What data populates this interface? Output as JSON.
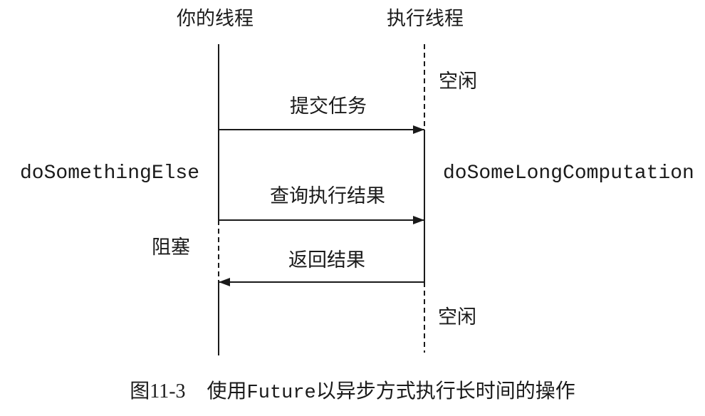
{
  "diagram": {
    "left_lifeline_title": "你的线程",
    "right_lifeline_title": "执行线程",
    "messages": {
      "submit_task": "提交任务",
      "query_result": "查询执行结果",
      "return_result": "返回结果"
    },
    "states": {
      "idle_top": "空闲",
      "do_something_else": "doSomethingElse",
      "do_some_long_computation": "doSomeLongComputation",
      "blocked": "阻塞",
      "idle_bottom": "空闲"
    },
    "caption": {
      "figure_number": "图11-3",
      "prefix": "使用",
      "code": "Future",
      "suffix": "以异步方式执行长时间的操作"
    },
    "colors": {
      "ink": "#1a1a1a",
      "background": "#ffffff"
    }
  }
}
